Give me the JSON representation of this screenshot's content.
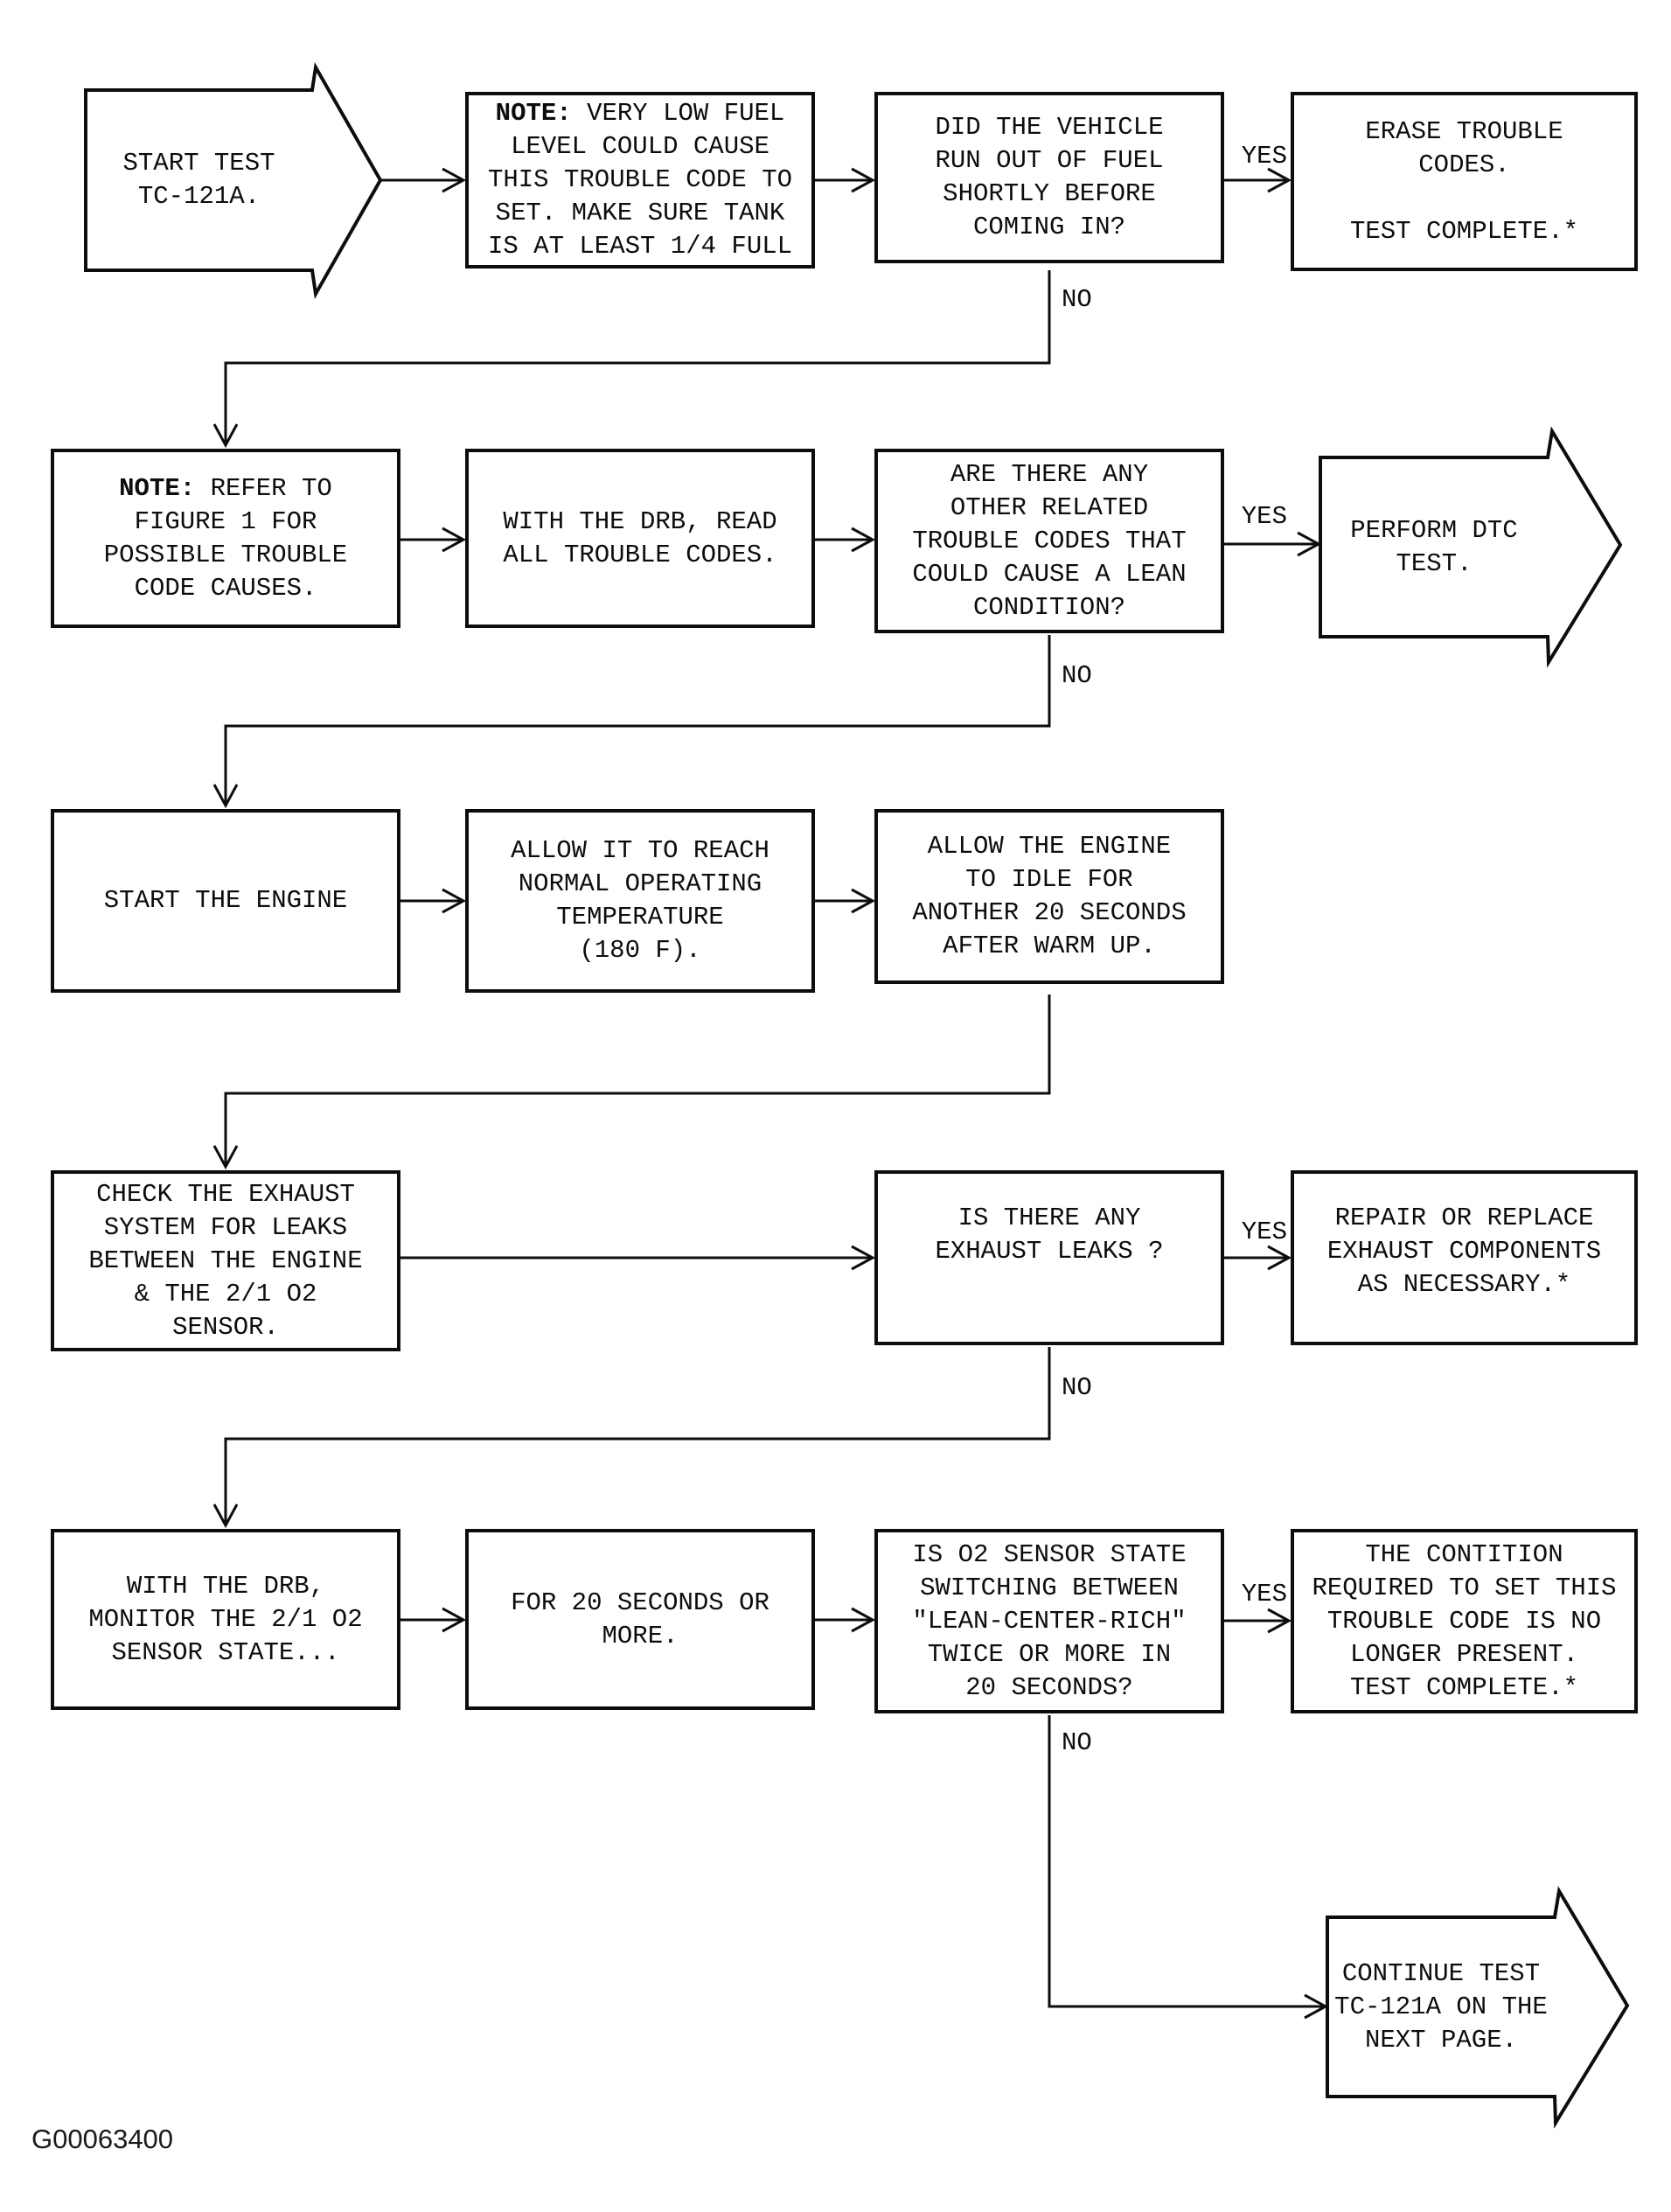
{
  "figure_id": "G00063400",
  "labels": {
    "yes": "YES",
    "no": "NO"
  },
  "nodes": {
    "start": {
      "text": "START TEST\nTC-121A."
    },
    "note_fuel": {
      "prefix": "NOTE:",
      "text": " VERY LOW FUEL\nLEVEL COULD CAUSE\nTHIS TROUBLE CODE TO\nSET. MAKE SURE TANK\nIS AT LEAST 1/4 FULL"
    },
    "q_fuel": {
      "text": "DID THE VEHICLE\nRUN OUT OF FUEL\nSHORTLY BEFORE\nCOMING IN?"
    },
    "erase": {
      "text": "ERASE TROUBLE\nCODES.\n\nTEST COMPLETE.*"
    },
    "note_figure": {
      "prefix": "NOTE:",
      "text": " REFER TO\nFIGURE 1 FOR\nPOSSIBLE TROUBLE\nCODE CAUSES."
    },
    "read_codes": {
      "text": "WITH THE DRB, READ\nALL TROUBLE CODES."
    },
    "q_related": {
      "text": "ARE THERE ANY\nOTHER RELATED\nTROUBLE CODES THAT\nCOULD CAUSE A LEAN\nCONDITION?"
    },
    "perform_dtc": {
      "text": "PERFORM DTC\nTEST."
    },
    "start_engine": {
      "text": "START THE ENGINE"
    },
    "warm_up": {
      "text": "ALLOW IT TO REACH\nNORMAL OPERATING\nTEMPERATURE\n(180 F)."
    },
    "idle": {
      "text": "ALLOW THE ENGINE\nTO IDLE FOR\nANOTHER 20 SECONDS\nAFTER WARM UP."
    },
    "check_exhaust": {
      "text": "CHECK THE EXHAUST\nSYSTEM FOR LEAKS\nBETWEEN THE ENGINE\n& THE 2/1 O2\nSENSOR."
    },
    "q_leaks": {
      "text": "IS THERE ANY\nEXHAUST LEAKS ?"
    },
    "repair": {
      "text": "REPAIR OR REPLACE\nEXHAUST COMPONENTS\nAS NECESSARY.*"
    },
    "monitor": {
      "text": "WITH THE DRB,\nMONITOR THE 2/1 O2\nSENSOR STATE..."
    },
    "duration": {
      "text": "FOR 20 SECONDS OR\nMORE."
    },
    "q_switching": {
      "text": "IS O2 SENSOR STATE\nSWITCHING BETWEEN\n\"LEAN-CENTER-RICH\"\nTWICE OR MORE IN\n20 SECONDS?"
    },
    "complete": {
      "text": "THE CONTITION\nREQUIRED TO SET THIS\nTROUBLE CODE IS NO\nLONGER PRESENT.\nTEST COMPLETE.*"
    },
    "continue": {
      "text": "CONTINUE TEST\nTC-121A ON THE\nNEXT PAGE."
    }
  }
}
